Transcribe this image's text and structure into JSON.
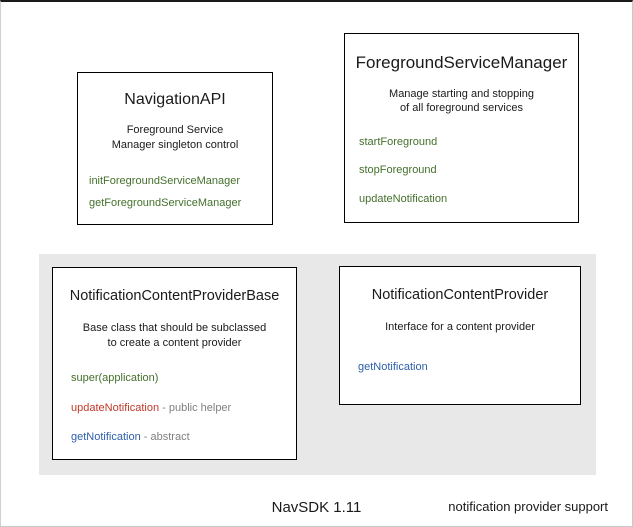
{
  "diagram": {
    "footer_caption": "NavSDK 1.11",
    "colors": {
      "method_green": "#44702c",
      "method_red": "#c0392b",
      "method_blue": "#2d5fa8",
      "note_gray": "#808080",
      "panel_gray": "#e8e8e8",
      "box_border": "#000000",
      "text": "#1a1a1a"
    },
    "boxes": [
      {
        "id": "navigation-api",
        "title": "NavigationAPI",
        "description": "Foreground Service\nManager singleton control",
        "members": [
          {
            "name": "initForegroundServiceManager",
            "color": "green",
            "note": ""
          },
          {
            "name": "getForegroundServiceManager",
            "color": "green",
            "note": ""
          }
        ]
      },
      {
        "id": "foreground-service-manager",
        "title": "ForegroundServiceManager",
        "description": "Manage starting and stopping\nof all foreground services",
        "members": [
          {
            "name": "startForeground",
            "color": "green",
            "note": ""
          },
          {
            "name": "stopForeground",
            "color": "green",
            "note": ""
          },
          {
            "name": "updateNotification",
            "color": "green",
            "note": ""
          }
        ]
      },
      {
        "id": "notification-base",
        "title": "NotificationContentProviderBase",
        "description": "Base class that should be subclassed\nto create a content provider",
        "members": [
          {
            "name": "super(application)",
            "color": "green",
            "note": ""
          },
          {
            "name": "updateNotification",
            "color": "red",
            "note": " - public helper"
          },
          {
            "name": "getNotification",
            "color": "blue",
            "note": " - abstract"
          }
        ]
      },
      {
        "id": "notification-provider",
        "title": "NotificationContentProvider",
        "description": "Interface for a content provider",
        "members": [
          {
            "name": "getNotification",
            "color": "blue",
            "note": ""
          }
        ]
      }
    ],
    "panels": [
      {
        "id": "notification-support",
        "label": "notification provider support"
      }
    ]
  }
}
